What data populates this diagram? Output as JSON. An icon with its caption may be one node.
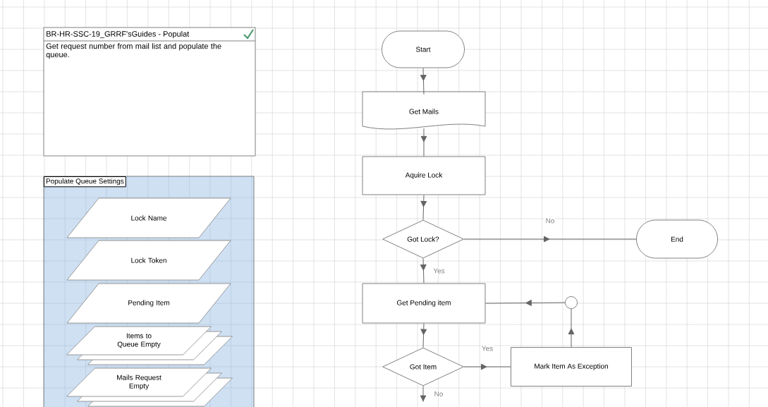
{
  "diagram": {
    "nodes": [
      {
        "text": [
          "BR-HR-SSC-19_GRRF'sGuides - Populat",
          "Get request number from mail list and populate the queue."
        ]
      },
      {
        "text": [
          "Populate Queue Settings"
        ]
      },
      {
        "text": [
          "Lock Name"
        ],
        "in": 1
      },
      {
        "text": [
          "Lock Token"
        ],
        "in": 1
      },
      {
        "text": [
          "Pending Item"
        ],
        "in": 1
      },
      {
        "text": [
          "Items to Queue Empty"
        ],
        "in": 1
      },
      {
        "text": [
          "Mails Request Empty"
        ],
        "in": 1
      },
      {
        "text": [
          "Start"
        ]
      },
      {
        "text": [
          "Get Mails"
        ]
      },
      {
        "text": [
          "Aquire Lock"
        ]
      },
      {
        "text": [
          "Got Lock?"
        ]
      },
      {
        "text": [
          "End"
        ]
      },
      {
        "text": [
          "Get Pending item"
        ]
      },
      {
        "text": [
          "Got Item"
        ]
      },
      {
        "text": [
          "Mark Item As Exception"
        ]
      },
      {
        "text": [],
        "shape": "circle"
      }
    ],
    "edges": [
      {
        "from": 7,
        "to": 8,
        "arrow": "to"
      },
      {
        "from": 8,
        "to": 9,
        "arrow": "to"
      },
      {
        "from": 9,
        "to": 10,
        "arrow": "to"
      },
      {
        "from": 10,
        "to": 11,
        "arrow": "to",
        "label": "No"
      },
      {
        "from": 10,
        "to": 12,
        "arrow": "to",
        "label": "Yes"
      },
      {
        "from": 12,
        "to": 13,
        "arrow": "to"
      },
      {
        "from": 13,
        "to": 14,
        "arrow": "to",
        "label": "Yes"
      },
      {
        "from": 14,
        "to": 15,
        "arrow": "to"
      },
      {
        "from": 15,
        "to": 12,
        "arrow": "to"
      },
      {
        "from": 13,
        "to": null,
        "arrow": "to",
        "label": "No"
      }
    ]
  }
}
